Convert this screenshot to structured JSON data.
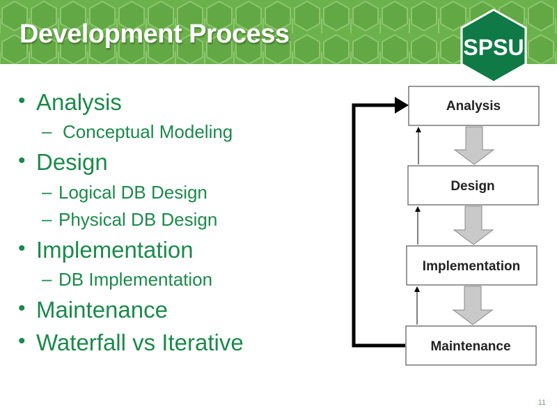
{
  "slide": {
    "title": "Development Process",
    "slide_number": "11",
    "logo_text": "SPSU"
  },
  "bullets": [
    {
      "text": "Analysis",
      "children": [
        "Conceptual Modeling"
      ]
    },
    {
      "text": "Design",
      "children": [
        "Logical DB Design",
        "Physical DB Design"
      ]
    },
    {
      "text": "Implementation",
      "children": [
        "DB Implementation"
      ]
    },
    {
      "text": "Maintenance",
      "children": []
    },
    {
      "text": "Waterfall vs Iterative",
      "children": []
    }
  ],
  "diagram": {
    "stages": [
      "Analysis",
      "Design",
      "Implementation",
      "Maintenance"
    ]
  },
  "colors": {
    "banner_green": "#6ab04a",
    "text_green": "#1a8a4a",
    "logo_green": "#0f7a45"
  }
}
